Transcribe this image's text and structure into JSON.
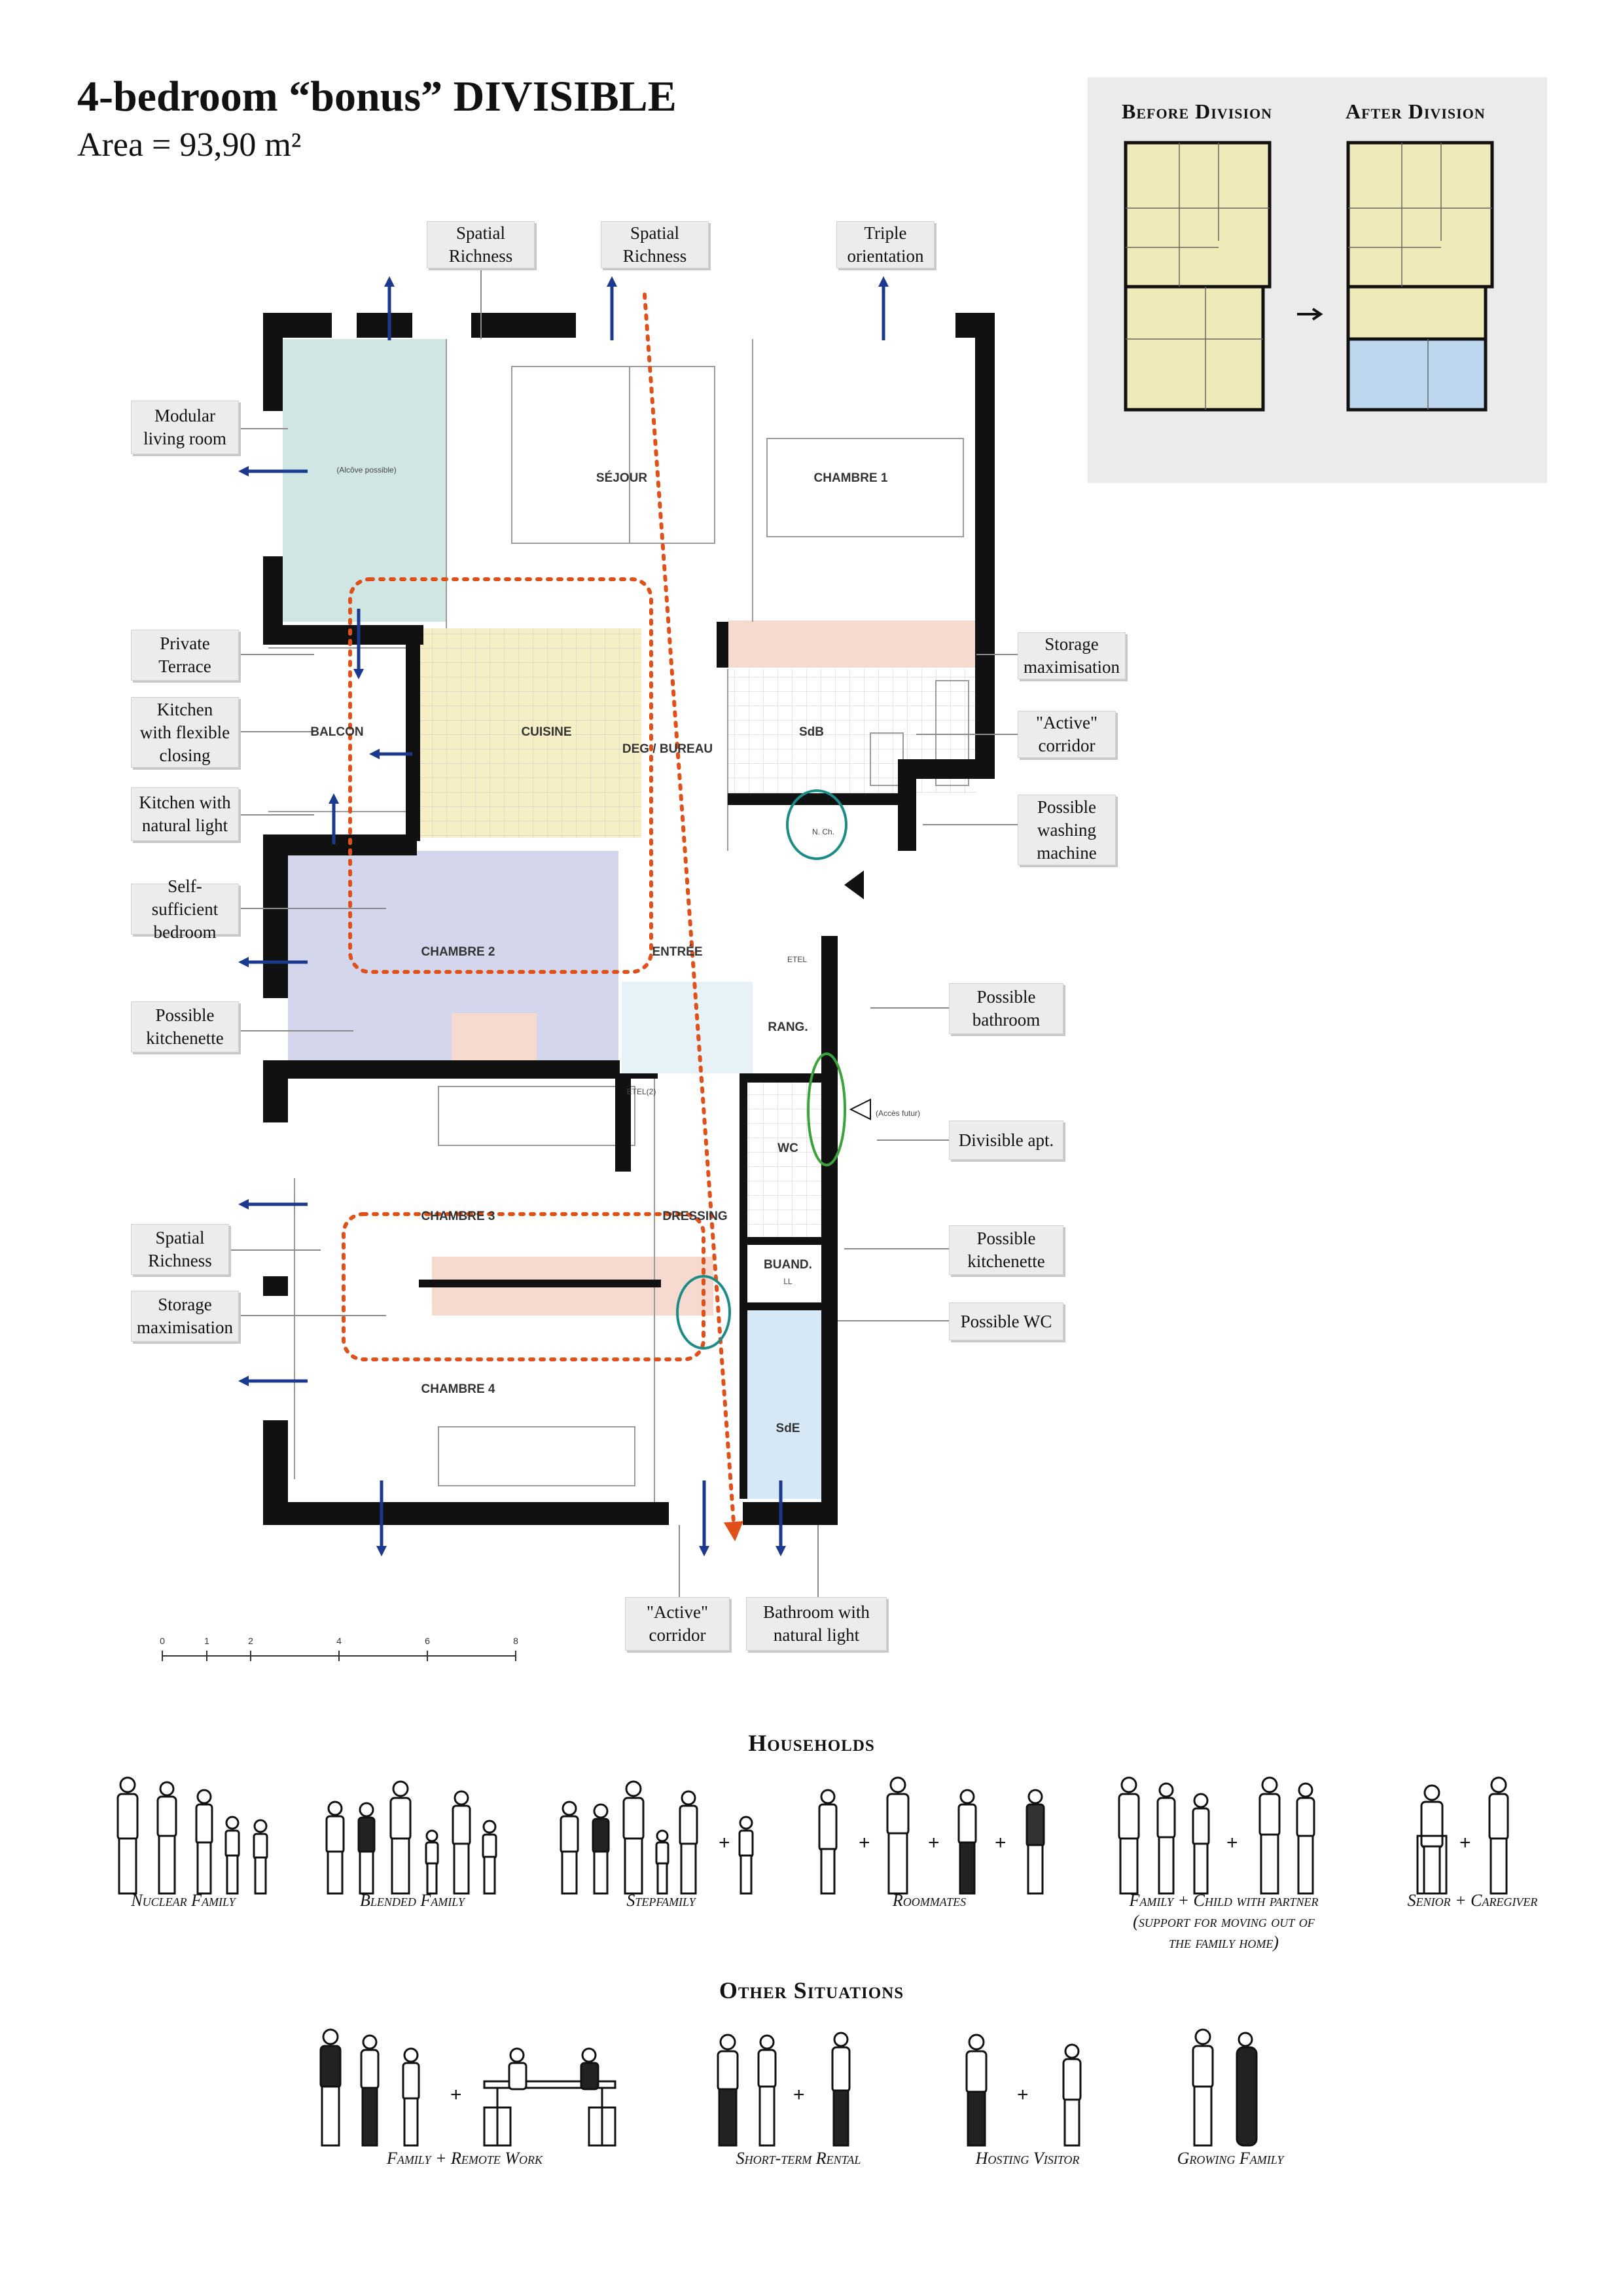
{
  "header": {
    "title": "4-bedroom “bonus” DIVISIBLE",
    "area": "Area = 93,90 m²"
  },
  "rooms": {
    "sejour": "SÉJOUR",
    "chambre1": "CHAMBRE 1",
    "balcon": "BALCON",
    "cuisine": "CUISINE",
    "deg_bureau": "DEG / BUREAU",
    "sdb": "SdB",
    "chambre2": "CHAMBRE 2",
    "entree": "ENTRÉE",
    "rang": "RANG.",
    "wc": "WC",
    "chambre3": "CHAMBRE 3",
    "dressing": "DRESSING",
    "buand": "BUAND.",
    "chambre4": "CHAMBRE 4",
    "sde": "SdE"
  },
  "plan_notes": {
    "alcove": "(Alcôve possible)",
    "acces_futur": "(Accès futur)",
    "n_ch": "N. Ch.",
    "ll": "LL",
    "etel": "ETEL",
    "etel2": "ETEL(2)"
  },
  "annotations": {
    "spatial_richness_1": "Spatial\nRichness",
    "spatial_richness_2": "Spatial\nRichness",
    "triple_orientation": "Triple\norientation",
    "modular_living": "Modular\nliving room",
    "private_terrace": "Private\nTerrace",
    "kitchen_flexible": "Kitchen\nwith flexible\nclosing",
    "kitchen_light": "Kitchen with\nnatural light",
    "self_sufficient": "Self-sufficient\nbedroom",
    "possible_kitchenette_1": "Possible\nkitchenette",
    "spatial_richness_3": "Spatial\nRichness",
    "storage_max_1": "Storage\nmaximisation",
    "storage_max_2": "Storage\nmaximisation",
    "active_corridor_1": "\"Active\"\ncorridor",
    "washing_machine": "Possible\nwashing\nmachine",
    "possible_bathroom": "Possible\nbathroom",
    "divisible_apt": "Divisible apt.",
    "possible_kitchenette_2": "Possible\nkitchenette",
    "possible_wc": "Possible WC",
    "active_corridor_2": "\"Active\"\ncorridor",
    "bathroom_light": "Bathroom with\nnatural light"
  },
  "division": {
    "before": "Before Division",
    "after": "After Division"
  },
  "scale": [
    "0",
    "1",
    "2",
    "4",
    "6",
    "8"
  ],
  "households": {
    "title": "Households",
    "items": [
      "Nuclear Family",
      "Blended Family",
      "Stepfamily",
      "Roommates",
      "Family + Child with partner\n(support for moving out of\nthe family home)",
      "Senior + Caregiver"
    ]
  },
  "other": {
    "title": "Other Situations",
    "items": [
      "Family + Remote Work",
      "Short-term Rental",
      "Hosting Visitor",
      "Growing Family"
    ]
  },
  "colors": {
    "wall": "#111111",
    "living_zone": "#cfe6e3",
    "kitchen_zone": "#f6eec4",
    "bedroom2_zone": "#d4d6ec",
    "storage_zone": "#f6d9cf",
    "bath_zone": "#d6e8f5",
    "arrow_blue": "#1b3a8f",
    "dotted_orange": "#e0501a",
    "circle_teal": "#1e8c86",
    "circle_green": "#3aa33a",
    "panel_bg": "#ebebeb"
  }
}
